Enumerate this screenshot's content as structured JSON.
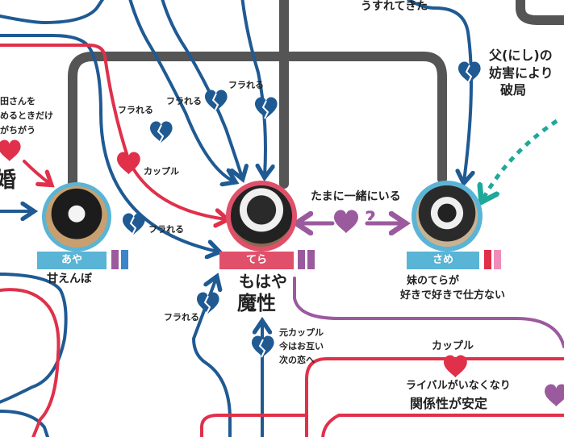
{
  "colors": {
    "blue": "#1f5a93",
    "red": "#e0304a",
    "gray": "#555555",
    "purple": "#9b5a9e",
    "teal": "#1fa89a",
    "tera_ring": "#e0506a",
    "tera_label": "#e0506a",
    "light_blue": "#5ab4d6"
  },
  "nodes": {
    "aya": {
      "name": "あや",
      "caption": "甘えんぼ",
      "swatches": [
        "#9b5a9e",
        "#3b86c8"
      ]
    },
    "tera": {
      "name": "てら",
      "caption_line1": "もはや",
      "caption_line2": "魔性",
      "swatches": [
        "#9b5a9e",
        "#9b5a9e"
      ]
    },
    "same": {
      "name": "さめ",
      "caption_line1": "妹のてらが",
      "caption_line2": "好きで好きで仕方ない",
      "swatches": [
        "#e0304a",
        "#f08cbb"
      ]
    }
  },
  "labels": {
    "top_right_fragment": "うすれてきた",
    "father_line1": "父(にし)の",
    "father_line2": "妨害により",
    "father_line3": "破局",
    "left_frag_line1": "田さんを",
    "left_frag_line2": "めるときだけ",
    "left_frag_line3": "がちがう",
    "left_big_char": "婚",
    "furareru_1": "フラれる",
    "furareru_2": "フラれる",
    "furareru_3": "フラれる",
    "furareru_4": "フラれる",
    "furareru_5": "フラれる",
    "couple_1": "カップル",
    "together": "たまに一緒にいる",
    "question_mark": "?",
    "ex_line1": "元カップル",
    "ex_line2": "今はお互い",
    "ex_line3": "次の恋へ",
    "couple_2": "カップル",
    "rival_line1": "ライバルがいなくなり",
    "rival_line2": "関係性が安定"
  },
  "icons": {
    "heart": "heart-icon",
    "broken_heart": "broken-heart-icon",
    "arrow": "arrow-icon"
  }
}
